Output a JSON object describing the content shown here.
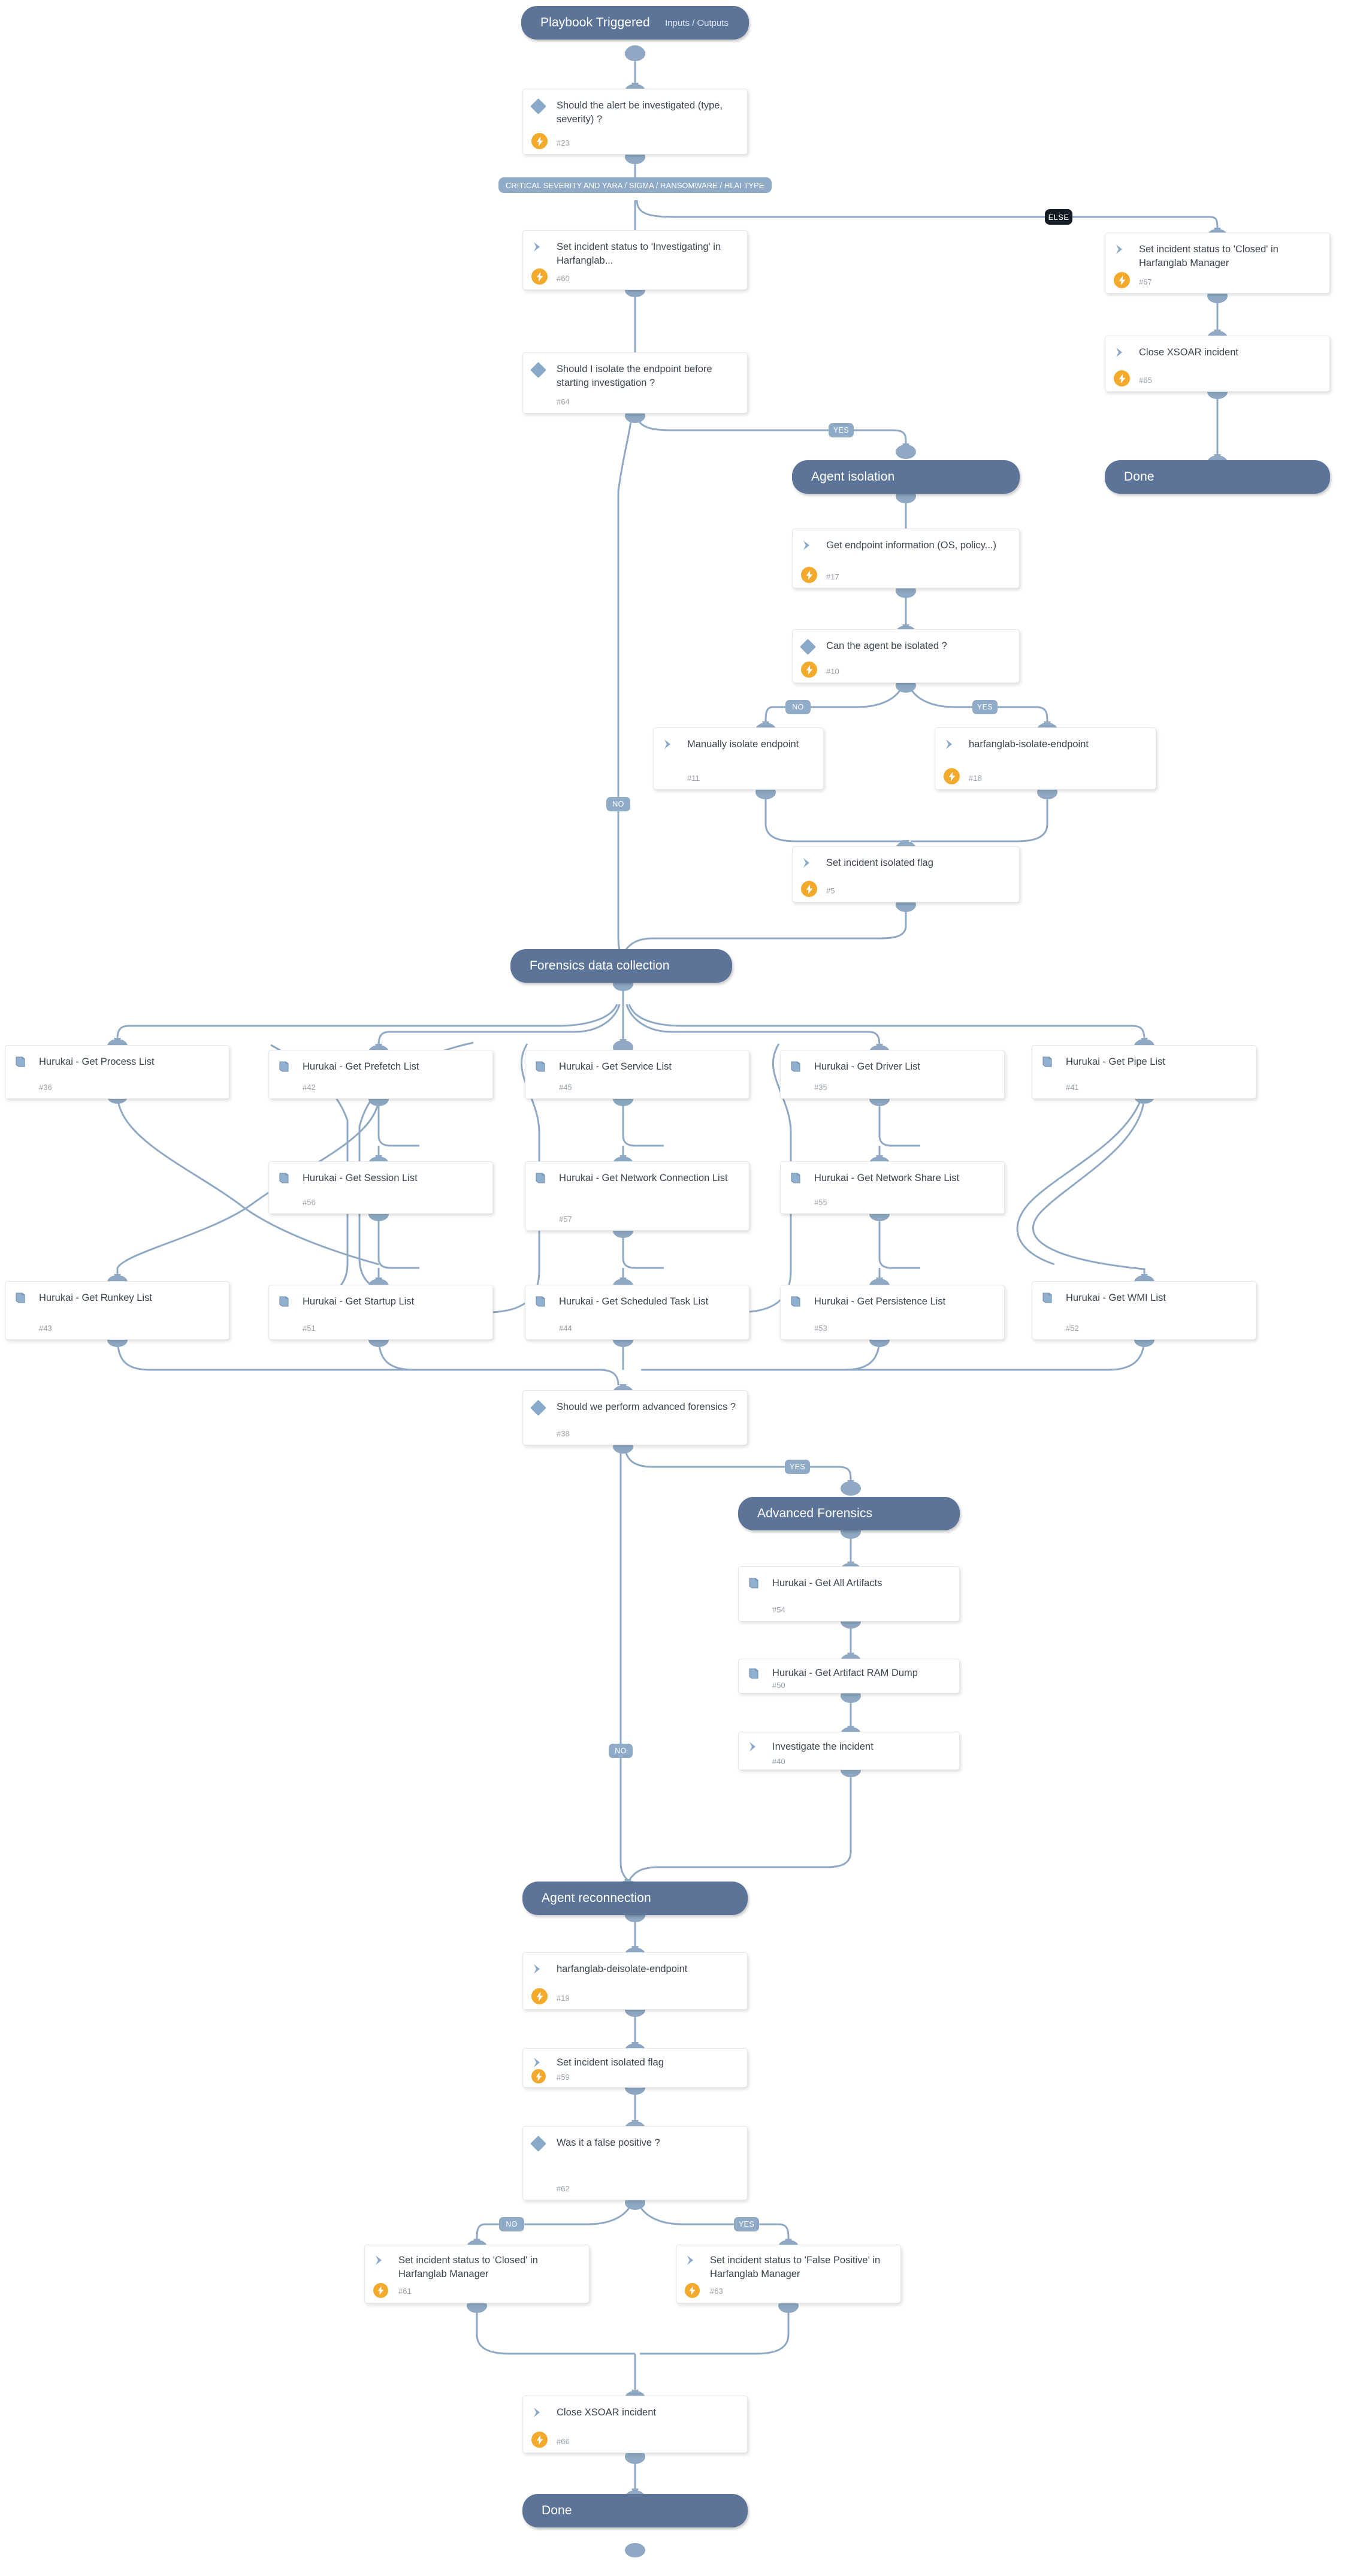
{
  "diagram": {
    "type": "playbook-flow",
    "title": "Playbook Triggered",
    "theme": {
      "section_bg": "#5d7499",
      "card_bg": "#ffffff",
      "connector": "#8fa9c4",
      "pill_bg": "#8fabc8",
      "pill_dark_bg": "#141c25",
      "automation_badge": "#f3a92b",
      "condition_glyph": "#88a9c9"
    }
  },
  "start": {
    "label": "Playbook Triggered",
    "io": "Inputs / Outputs"
  },
  "sections": {
    "agent_isolation": "Agent isolation",
    "forensics": "Forensics data collection",
    "advanced_forensics": "Advanced Forensics",
    "agent_reconnection": "Agent reconnection"
  },
  "terminals": {
    "done_right": "Done",
    "done_bottom": "Done"
  },
  "branch_labels": {
    "critical": "CRITICAL SEVERITY AND YARA / SIGMA / RANSOMWARE / HLAI TYPE",
    "else": "ELSE",
    "yes": "YES",
    "no": "NO"
  },
  "nodes": [
    {
      "id": "n23",
      "title": "Should the alert be investigated (type, severity) ?",
      "num": "#23",
      "glyph": "condition-diamond-icon",
      "automation": true
    },
    {
      "id": "n60",
      "title": "Set incident status to 'Investigating' in Harfanglab...",
      "num": "#60",
      "glyph": "chevron-icon",
      "automation": true
    },
    {
      "id": "n64",
      "title": "Should I isolate the endpoint before starting investigation ?",
      "num": "#64",
      "glyph": "condition-diamond-icon",
      "automation": false
    },
    {
      "id": "n67",
      "title": "Set incident status to 'Closed' in Harfanglab Manager",
      "num": "#67",
      "glyph": "chevron-icon",
      "automation": true
    },
    {
      "id": "n65",
      "title": "Close XSOAR incident",
      "num": "#65",
      "glyph": "chevron-icon",
      "automation": true
    },
    {
      "id": "n17",
      "title": "Get endpoint information (OS, policy...)",
      "num": "#17",
      "glyph": "chevron-icon",
      "automation": true
    },
    {
      "id": "n10",
      "title": "Can the agent be isolated ?",
      "num": "#10",
      "glyph": "condition-diamond-icon",
      "automation": true
    },
    {
      "id": "n11",
      "title": "Manually isolate endpoint",
      "num": "#11",
      "glyph": "chevron-icon",
      "automation": false
    },
    {
      "id": "n18",
      "title": "harfanglab-isolate-endpoint",
      "num": "#18",
      "glyph": "chevron-icon",
      "automation": true
    },
    {
      "id": "n5",
      "title": "Set incident isolated flag",
      "num": "#5",
      "glyph": "chevron-icon",
      "automation": true
    },
    {
      "id": "n36",
      "title": "Hurukai - Get Process List",
      "num": "#36",
      "glyph": "book-icon",
      "automation": false
    },
    {
      "id": "n42",
      "title": "Hurukai - Get Prefetch List",
      "num": "#42",
      "glyph": "book-icon",
      "automation": false
    },
    {
      "id": "n45",
      "title": "Hurukai - Get Service List",
      "num": "#45",
      "glyph": "book-icon",
      "automation": false
    },
    {
      "id": "n35",
      "title": "Hurukai - Get Driver List",
      "num": "#35",
      "glyph": "book-icon",
      "automation": false
    },
    {
      "id": "n41",
      "title": "Hurukai - Get Pipe List",
      "num": "#41",
      "glyph": "book-icon",
      "automation": false
    },
    {
      "id": "n56",
      "title": "Hurukai - Get Session List",
      "num": "#56",
      "glyph": "book-icon",
      "automation": false
    },
    {
      "id": "n57",
      "title": "Hurukai - Get Network Connection List",
      "num": "#57",
      "glyph": "book-icon",
      "automation": false
    },
    {
      "id": "n55",
      "title": "Hurukai - Get Network Share List",
      "num": "#55",
      "glyph": "book-icon",
      "automation": false
    },
    {
      "id": "n43",
      "title": "Hurukai - Get Runkey List",
      "num": "#43",
      "glyph": "book-icon",
      "automation": false
    },
    {
      "id": "n51",
      "title": "Hurukai - Get Startup List",
      "num": "#51",
      "glyph": "book-icon",
      "automation": false
    },
    {
      "id": "n44",
      "title": "Hurukai - Get Scheduled Task List",
      "num": "#44",
      "glyph": "book-icon",
      "automation": false
    },
    {
      "id": "n53",
      "title": "Hurukai - Get Persistence List",
      "num": "#53",
      "glyph": "book-icon",
      "automation": false
    },
    {
      "id": "n52",
      "title": "Hurukai - Get WMI List",
      "num": "#52",
      "glyph": "book-icon",
      "automation": false
    },
    {
      "id": "n38",
      "title": "Should we perform advanced forensics ?",
      "num": "#38",
      "glyph": "condition-diamond-icon",
      "automation": false
    },
    {
      "id": "n54",
      "title": "Hurukai - Get All Artifacts",
      "num": "#54",
      "glyph": "book-icon",
      "automation": false
    },
    {
      "id": "n50",
      "title": "Hurukai - Get Artifact RAM Dump",
      "num": "#50",
      "glyph": "book-icon",
      "automation": false
    },
    {
      "id": "n40",
      "title": "Investigate the incident",
      "num": "#40",
      "glyph": "chevron-icon",
      "automation": false
    },
    {
      "id": "n19",
      "title": "harfanglab-deisolate-endpoint",
      "num": "#19",
      "glyph": "chevron-icon",
      "automation": true
    },
    {
      "id": "n59",
      "title": "Set incident isolated flag",
      "num": "#59",
      "glyph": "chevron-icon",
      "automation": true
    },
    {
      "id": "n62",
      "title": "Was it a false positive ?",
      "num": "#62",
      "glyph": "condition-diamond-icon",
      "automation": false
    },
    {
      "id": "n61",
      "title": "Set incident status to 'Closed' in Harfanglab Manager",
      "num": "#61",
      "glyph": "chevron-icon",
      "automation": true
    },
    {
      "id": "n63",
      "title": "Set incident status to 'False Positive' in Harfanglab Manager",
      "num": "#63",
      "glyph": "chevron-icon",
      "automation": true
    },
    {
      "id": "n66",
      "title": "Close XSOAR incident",
      "num": "#66",
      "glyph": "chevron-icon",
      "automation": true
    }
  ]
}
